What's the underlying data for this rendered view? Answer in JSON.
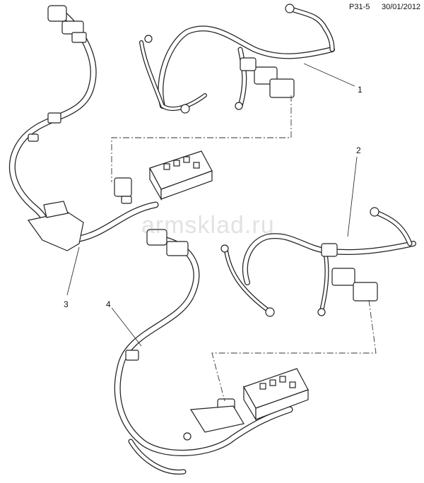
{
  "header": {
    "code": "P31-5",
    "date": "30/01/2012"
  },
  "watermark": "armsklad.ru",
  "callouts": [
    {
      "id": "1",
      "label": "1"
    },
    {
      "id": "2",
      "label": "2"
    },
    {
      "id": "3",
      "label": "3"
    },
    {
      "id": "4",
      "label": "4"
    }
  ],
  "colors": {
    "line": "#222222",
    "watermark": "#969696"
  }
}
